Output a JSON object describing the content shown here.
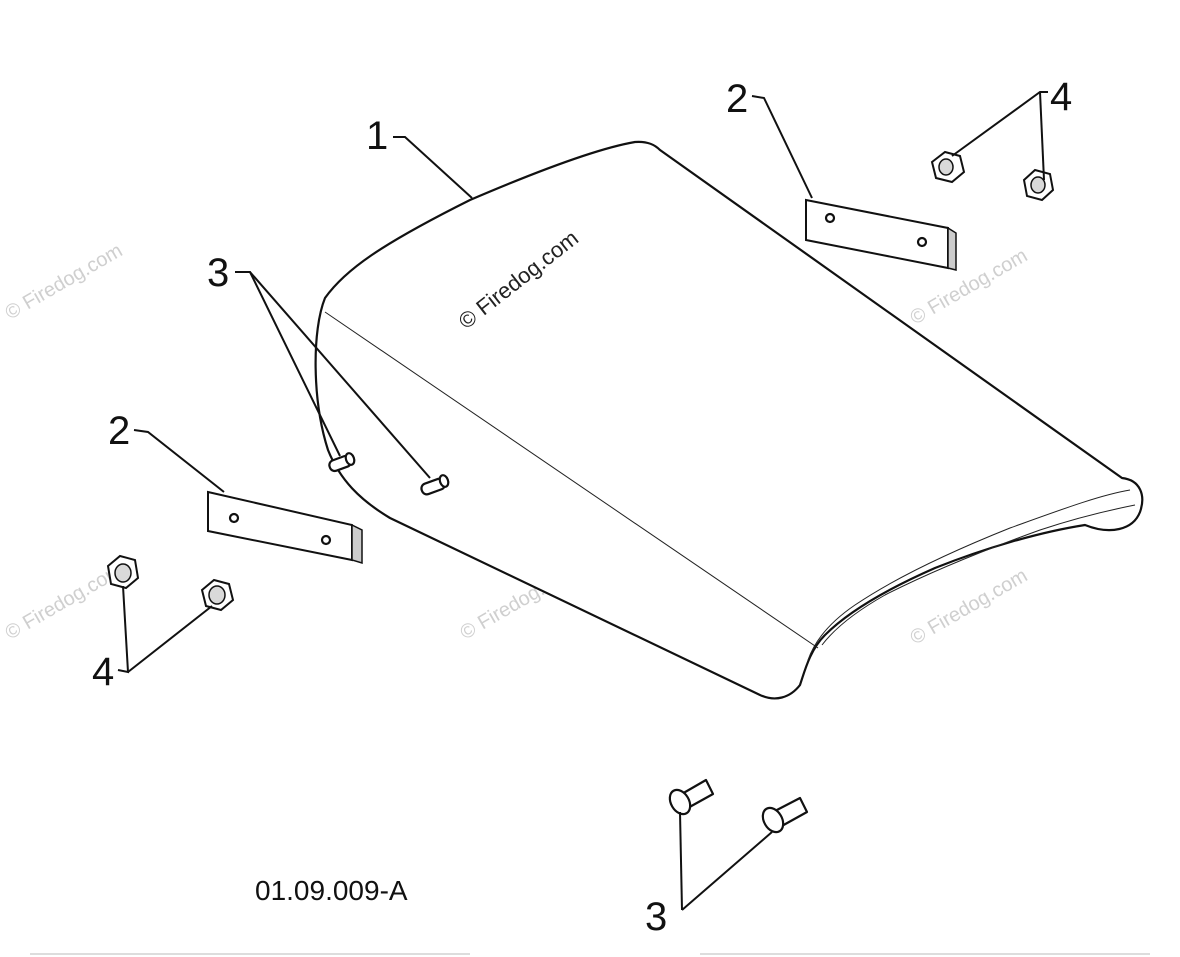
{
  "diagram": {
    "drawing_code": "01.09.009-A",
    "callouts": {
      "seat_pan": "1",
      "strap_right": "2",
      "strap_left": "2",
      "pins": "3",
      "bolts": "3",
      "nuts_right": "4",
      "nuts_left": "4"
    },
    "watermark": "© Firedog.com"
  }
}
